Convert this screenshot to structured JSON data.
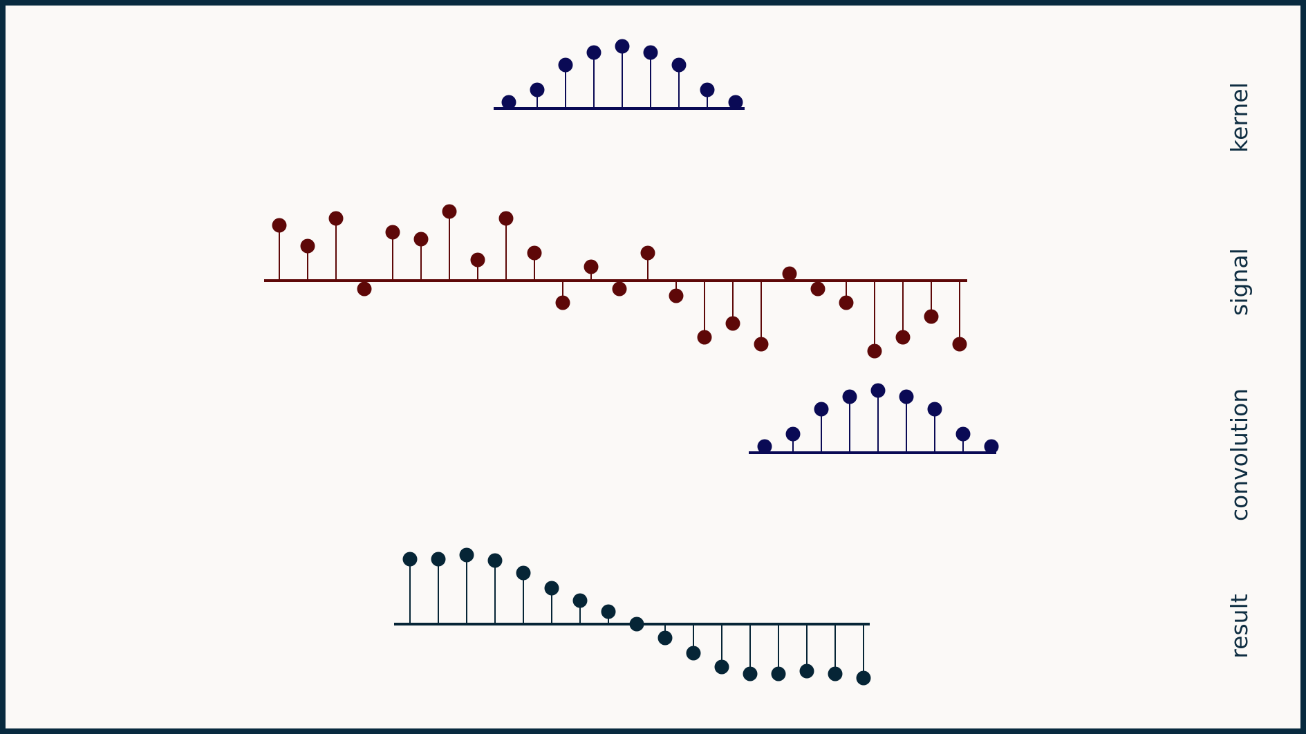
{
  "colors": {
    "frame": "#082a3f",
    "background": "#fbf9f7",
    "label": "#0f2e42",
    "kernel": "#0a0a55",
    "signal": "#5e0808",
    "convolution": "#0a0a55",
    "result": "#062536"
  },
  "rows": [
    {
      "key": "kernel",
      "label": "kernel",
      "values": [
        0.1,
        0.3,
        0.7,
        0.9,
        1.0,
        0.9,
        0.7,
        0.3,
        0.1
      ]
    },
    {
      "key": "signal",
      "label": "signal",
      "values": [
        0.8,
        0.5,
        0.9,
        -0.12,
        0.7,
        0.6,
        1.0,
        0.3,
        0.9,
        0.4,
        -0.32,
        0.2,
        -0.12,
        0.4,
        -0.22,
        -0.82,
        -0.62,
        -0.92,
        0.1,
        -0.12,
        -0.32,
        -1.02,
        -0.82,
        -0.52,
        -0.92
      ]
    },
    {
      "key": "convolution",
      "label": "convolution",
      "values": [
        0.1,
        0.3,
        0.7,
        0.9,
        1.0,
        0.9,
        0.7,
        0.3,
        0.1
      ]
    },
    {
      "key": "result",
      "label": "result",
      "values": [
        0.94,
        0.94,
        1.0,
        0.92,
        0.74,
        0.52,
        0.34,
        0.18,
        0.0,
        -0.2,
        -0.42,
        -0.62,
        -0.72,
        -0.72,
        -0.68,
        -0.72,
        -0.78
      ]
    }
  ]
}
